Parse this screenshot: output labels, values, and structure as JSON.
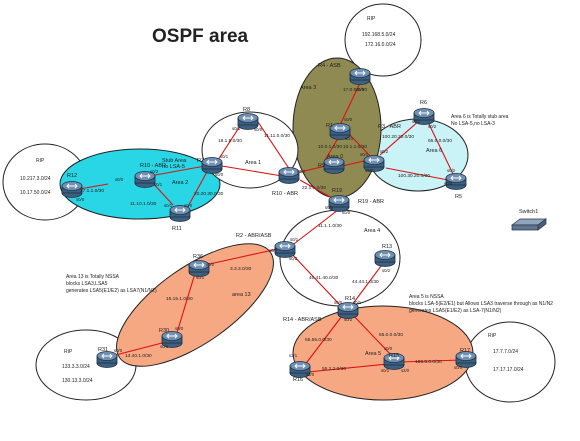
{
  "title": "OSPF area",
  "colors": {
    "title": "#e0201b",
    "area0": "#8f8a52",
    "stub_area": "#29d6e6",
    "nssa": "#f5a882",
    "link": "#d11111"
  },
  "areas": {
    "area0": "Area 0",
    "area1": "Area 1",
    "area2": "Area 2",
    "area2_note": [
      "Stub Area",
      "no LSA-5"
    ],
    "area3": "Area 3",
    "area4": "Area 4",
    "area5": "Area 5",
    "area6": "Area 6",
    "area13": "area 13"
  },
  "rip_clouds": {
    "left": {
      "label": "RIP",
      "routes": [
        "10.217.3.0/24",
        "10.17.50.0/24"
      ]
    },
    "top": {
      "label": "RIP",
      "routes": [
        "192.168.5.0/24",
        "172.16.0.0/24"
      ]
    },
    "bottom_left": {
      "label": "RIP",
      "routes": [
        "133.3.3.0/24",
        "130.13.3.0/24"
      ]
    },
    "bottom_right": {
      "label": "RIP",
      "routes": [
        "17.7.7.0/24",
        "17.17.17.0/24"
      ]
    }
  },
  "notes": {
    "area6": [
      "Area 6 is Totally stub area",
      "No LSA-5,no LSA-3"
    ],
    "area13": [
      "Area 13 is Totally NSSA",
      "blocks LSA3,LSA5",
      "generates LSA5(E1/E2) as LSA7(N1/N2)"
    ],
    "area5": [
      "Area 5 is NSSA",
      "blocks LSA-5(E2/E1) but Allows LSA3 traverse through as N1/N2",
      "generates LSA5(E1/E2) as LSA-7(N1/N2)"
    ]
  },
  "routers": {
    "R1": "R1",
    "R2": "R2 - ABR/ASB",
    "R3": "R3 - ABR",
    "R4": "R4 - ASB",
    "R5": "R5",
    "R6": "R6",
    "R7": "R7",
    "R8": "R8",
    "R9": "R9",
    "R10": "R10 - ABR",
    "R11": "R11",
    "R12": "R12",
    "R13": "R13",
    "R14": "R14 - ABR/ASB",
    "R14_short": "R14",
    "R15": "R15",
    "R16": "R16",
    "R17": "R17",
    "R19": "R19 - ABR",
    "R19_short": "R19",
    "R30": "R30",
    "R31": "R31",
    "R36": "R36"
  },
  "switch": "Switch1",
  "subnets": {
    "s_r12_r10": "17.1.1.0/30",
    "s_r10_r11": "11.10.1.0/30",
    "s_r7_r11": "20.20.30.0/30",
    "s_r7_r8": "18.1.8.0/30",
    "s_r8_r19": "11.11.0.0/30",
    "s_r10_r19": "22.1.1.0/30",
    "s_r4_r1": "17.0.0.0/30",
    "s_r1_r9": "10.0.1.0/30",
    "s_r3_r19": "10.1.1.0/30",
    "s_r3_r6": "100.20.20.0/30",
    "s_r6_r5": "65.0.0.0/30",
    "s_r3_r5": "100.30.20.0/30",
    "s_r19_r2": "11.1.1.0/30",
    "s_r2_r14": "40.41.40.0/30",
    "s_r13_r14": "44.44.1.0/30",
    "s_r2_r36": "3.3.3.0/30",
    "s_r36_r30": "15.15.1.0/30",
    "s_r30_r31": "13.40.1.0/30",
    "s_r14_r15": "55.0.0.0/30",
    "s_r14_r16": "55.55.0.0/30",
    "s_r16_r15": "55.2.2.0/30",
    "s_r15_r17": "155.5.0.0/30"
  },
  "interfaces": {
    "r12": "s0/0",
    "r10a": "s0/0",
    "r10b": "s0/1",
    "r10c": "s0/2",
    "r11a": "s0/1",
    "r11b": "s0/0",
    "r7a": "s0/0",
    "r7b": "s0/1",
    "r8a": "s0/1",
    "r8b": "s0/0",
    "r4": "s0/0",
    "r1a": "s0/0",
    "r1b": "s0/1",
    "r3a": "s0/1",
    "r3b": "s0/0",
    "r3c": "s0/2",
    "r6a": "s0/1",
    "r6b": "s0/2",
    "r5a": "s0/2",
    "r5b": "s0/0",
    "r19a": "s0/1",
    "r19b": "s0/0",
    "r19c": "s0/2",
    "r2a": "s0/1",
    "r2b": "s0/0",
    "r2c": "s0/2",
    "r36a": "s0/0",
    "r36b": "s0/1",
    "r30a": "s0/0",
    "r30b": "s0/1",
    "r31": "s0/0",
    "r13": "s0/2",
    "r14a": "s0/0",
    "r14b": "s0/1",
    "r14c": "s0/2",
    "r16a": "s2/1",
    "r16b": "s2/0",
    "r15a": "s0/0",
    "r15b": "s0/1",
    "r15c": "s2/0",
    "r17": "s0/0"
  }
}
